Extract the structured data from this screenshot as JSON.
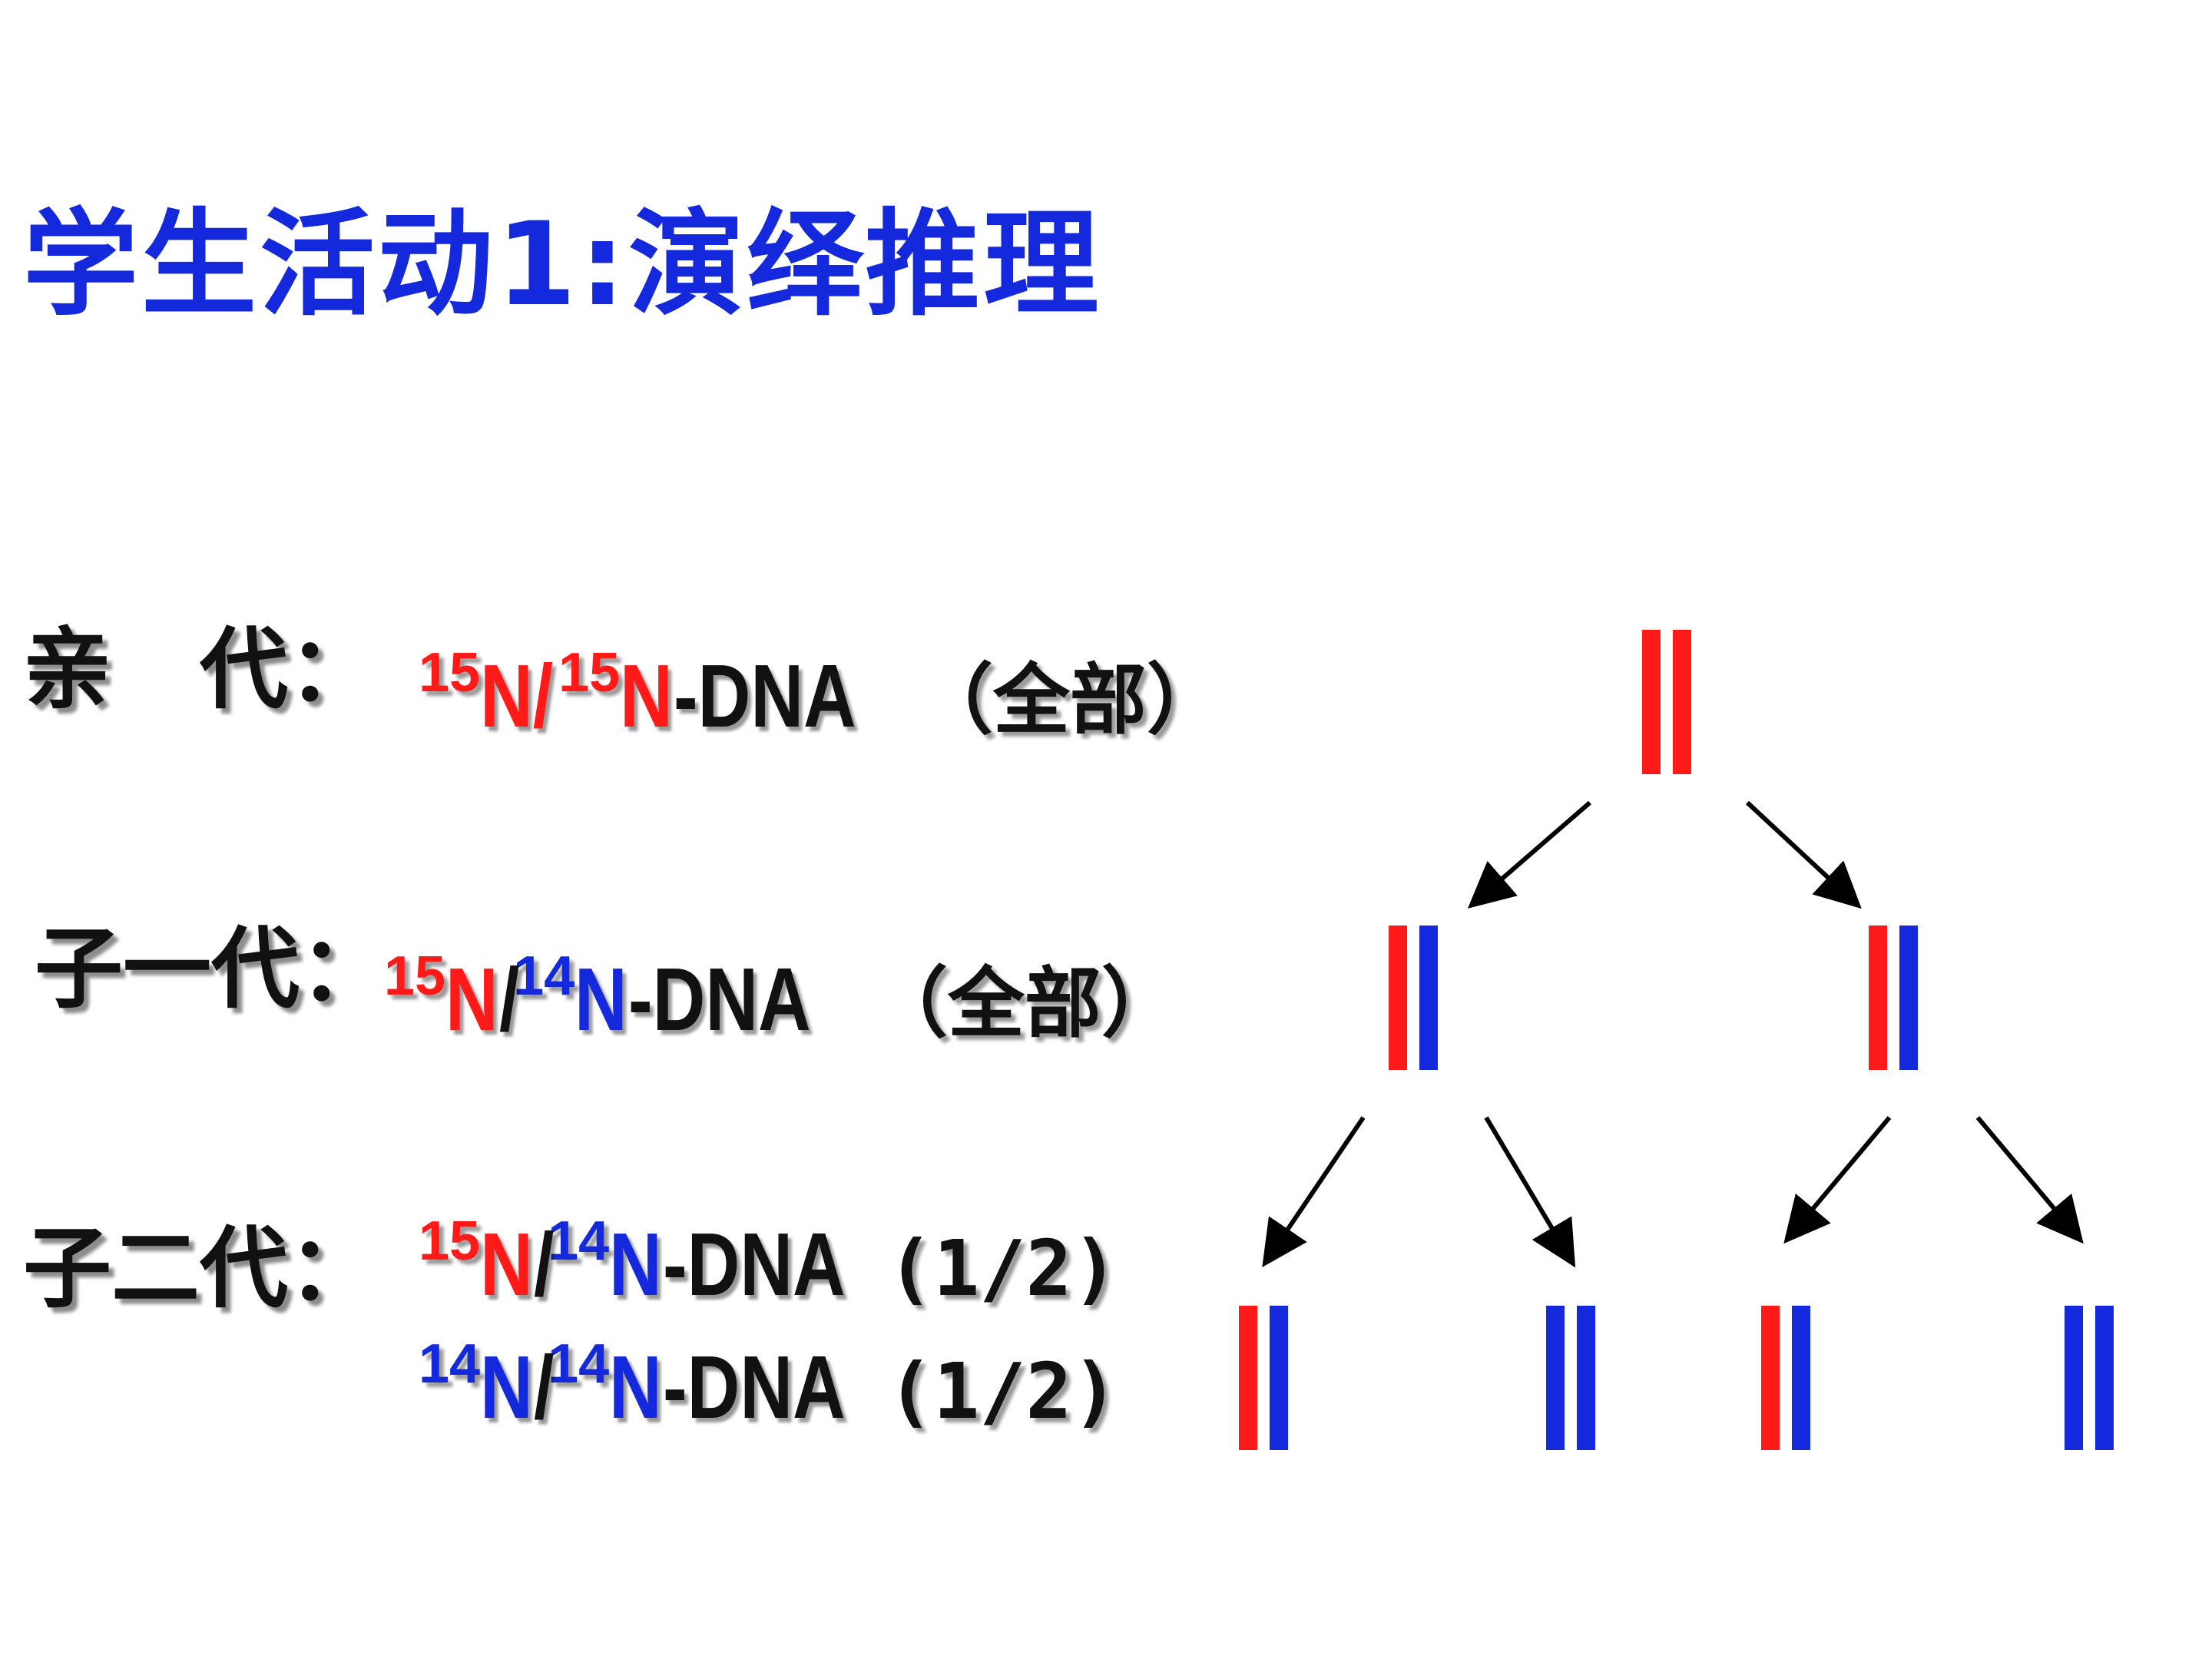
{
  "title": "学生活动1:演绎推理",
  "generations": {
    "parent": {
      "label": "亲　代：",
      "iso_a": "15",
      "n_a": "N/",
      "iso_b": "15",
      "n_b": "N",
      "suffix": "-DNA",
      "note": "（全部）"
    },
    "f1": {
      "label": "子一代：",
      "iso_a": "15",
      "n_a": "N",
      "sep": "/",
      "iso_b": "14",
      "n_b": "N",
      "suffix": "-DNA",
      "note": "（全部）"
    },
    "f2": {
      "label": "子二代：",
      "row1": {
        "iso_a": "15",
        "n_a": "N",
        "sep": "/",
        "iso_b": "14",
        "n_b": "N",
        "suffix": "-DNA",
        "ratio": "(1/2)"
      },
      "row2": {
        "iso_a": "14",
        "n_a": "N",
        "sep": "/",
        "iso_b": "14",
        "n_b": "N",
        "suffix": "-DNA",
        "ratio": "(1/2)"
      }
    }
  },
  "colors": {
    "heavy": "#ff1a1a",
    "light": "#1428dc",
    "arrow": "#000000"
  },
  "tree": {
    "parent": [
      "heavy",
      "heavy"
    ],
    "f1": [
      [
        "heavy",
        "light"
      ],
      [
        "heavy",
        "light"
      ]
    ],
    "f2": [
      [
        "heavy",
        "light"
      ],
      [
        "light",
        "light"
      ],
      [
        "heavy",
        "light"
      ],
      [
        "light",
        "light"
      ]
    ]
  }
}
